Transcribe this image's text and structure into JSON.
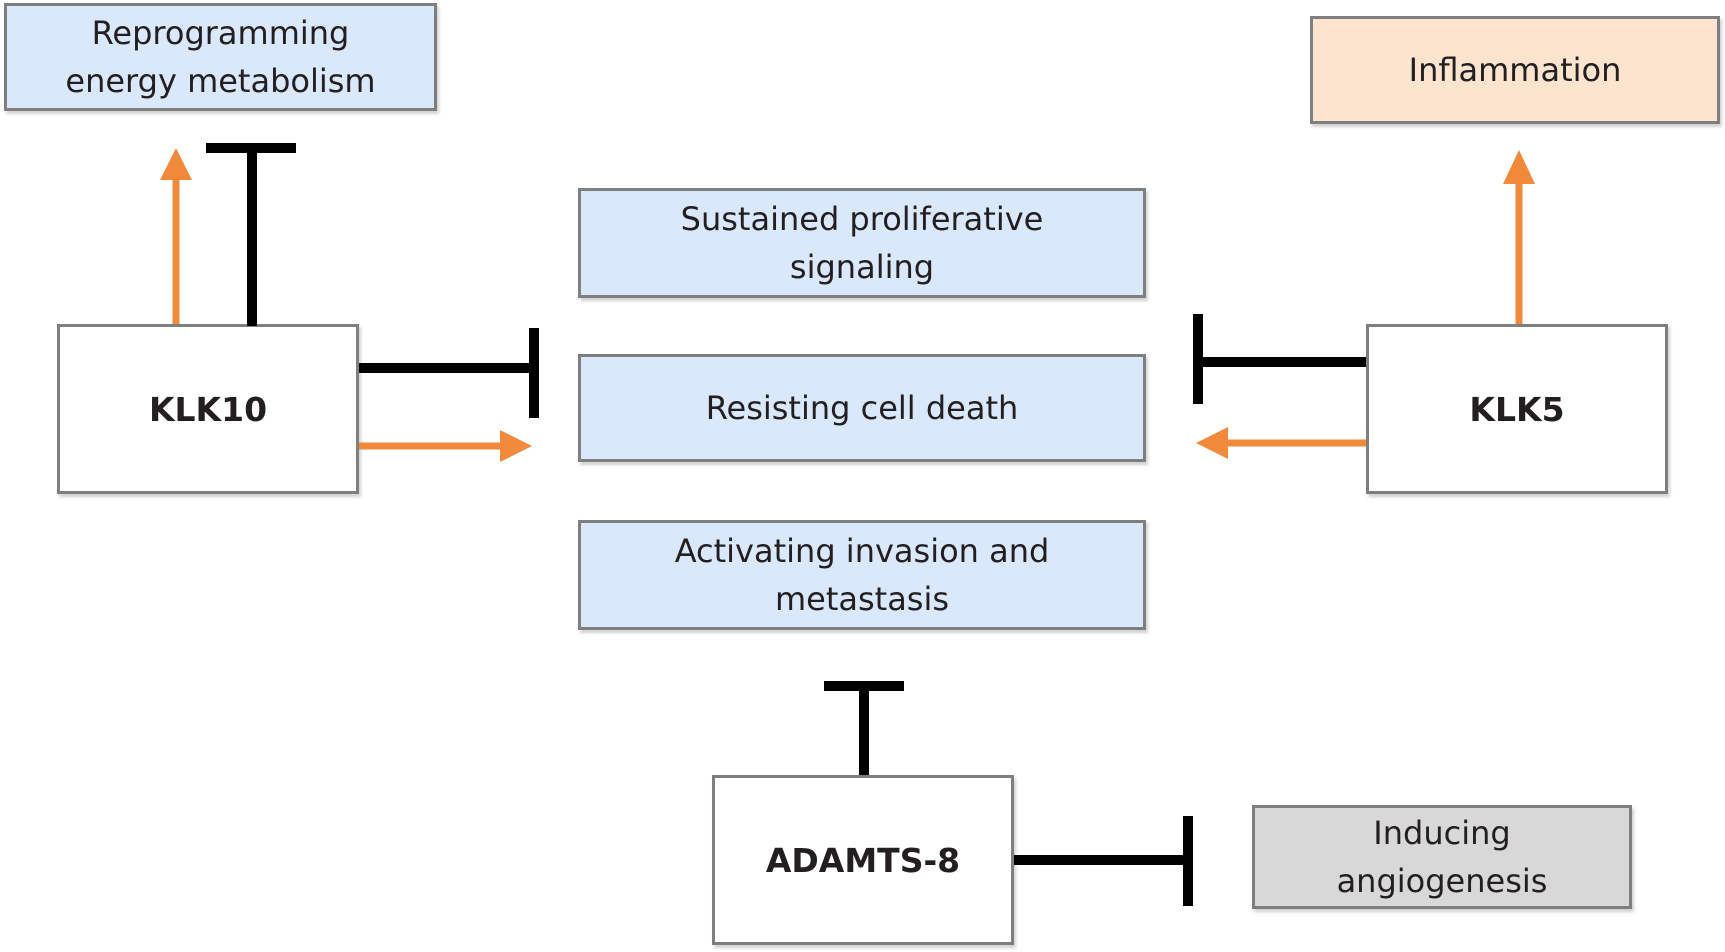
{
  "genes": {
    "klk10": "KLK10",
    "klk5": "KLK5",
    "adamts8": "ADAMTS-8"
  },
  "outcomes": {
    "reprogramming": "Reprogramming\nenergy metabolism",
    "inflammation": "Inflammation",
    "proliferative": "Sustained proliferative\nsignaling",
    "cell_death": "Resisting cell death",
    "invasion": "Activating invasion and\nmetastasis",
    "angiogenesis": "Inducing\nangiogenesis"
  },
  "colors": {
    "activation": "#f0893a",
    "inhibition": "#000000",
    "outcome_blue": "#dae8fc",
    "outcome_peach": "#fce4cf",
    "outcome_grey": "#d8d8d8",
    "border": "#7f7f7f"
  },
  "edges": [
    {
      "from": "KLK10",
      "to": "Reprogramming energy metabolism",
      "type": "activation"
    },
    {
      "from": "KLK10",
      "to": "Reprogramming energy metabolism",
      "type": "inhibition"
    },
    {
      "from": "KLK10",
      "to": "Resisting cell death",
      "type": "inhibition"
    },
    {
      "from": "KLK10",
      "to": "Resisting cell death",
      "type": "activation"
    },
    {
      "from": "KLK5",
      "to": "Inflammation",
      "type": "activation"
    },
    {
      "from": "KLK5",
      "to": "Resisting cell death",
      "type": "inhibition"
    },
    {
      "from": "KLK5",
      "to": "Resisting cell death",
      "type": "activation"
    },
    {
      "from": "ADAMTS-8",
      "to": "Activating invasion and metastasis",
      "type": "inhibition"
    },
    {
      "from": "ADAMTS-8",
      "to": "Inducing angiogenesis",
      "type": "inhibition"
    }
  ]
}
